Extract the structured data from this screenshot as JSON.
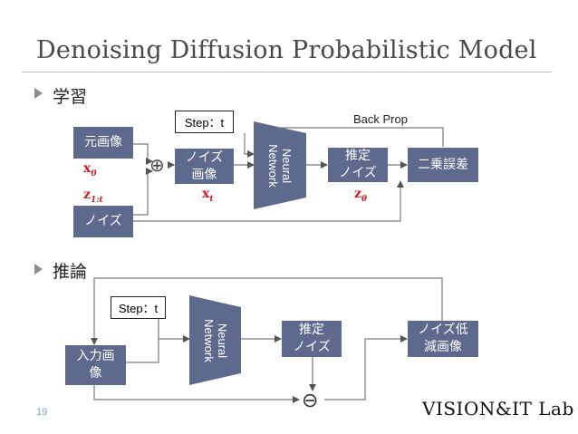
{
  "title": "Denoising Diffusion Probabilistic Model",
  "page_number": "19",
  "logo_text": "VISION&IT Lab",
  "colors": {
    "box_fill": "#5d6a8d",
    "variable_red": "#c0232b",
    "title_gray": "#4a4a4a",
    "rule": "#b9c1c8"
  },
  "training": {
    "heading": "学習",
    "original_image": "元画像",
    "noise": "ノイズ",
    "noisy_image": "ノイズ\n画像",
    "step": "Step：t",
    "network": "Neural\nNetwork",
    "estimated_noise": "推定\nノイズ",
    "squared_error": "二乗誤差",
    "back_prop": "Back Prop",
    "var_x0": "x",
    "var_x0_sub": "0",
    "var_z": "z",
    "var_z_sub": "1:t",
    "var_xt": "x",
    "var_xt_sub": "t",
    "var_ztheta": "z",
    "var_ztheta_sub": "θ",
    "plus_symbol": "⊕"
  },
  "inference": {
    "heading": "推論",
    "step": "Step：t",
    "input_image": "入力画\n像",
    "network": "Neural\nNetwork",
    "estimated_noise": "推定\nノイズ",
    "denoised_image": "ノイズ低\n減画像",
    "minus_symbol": "⊖"
  }
}
